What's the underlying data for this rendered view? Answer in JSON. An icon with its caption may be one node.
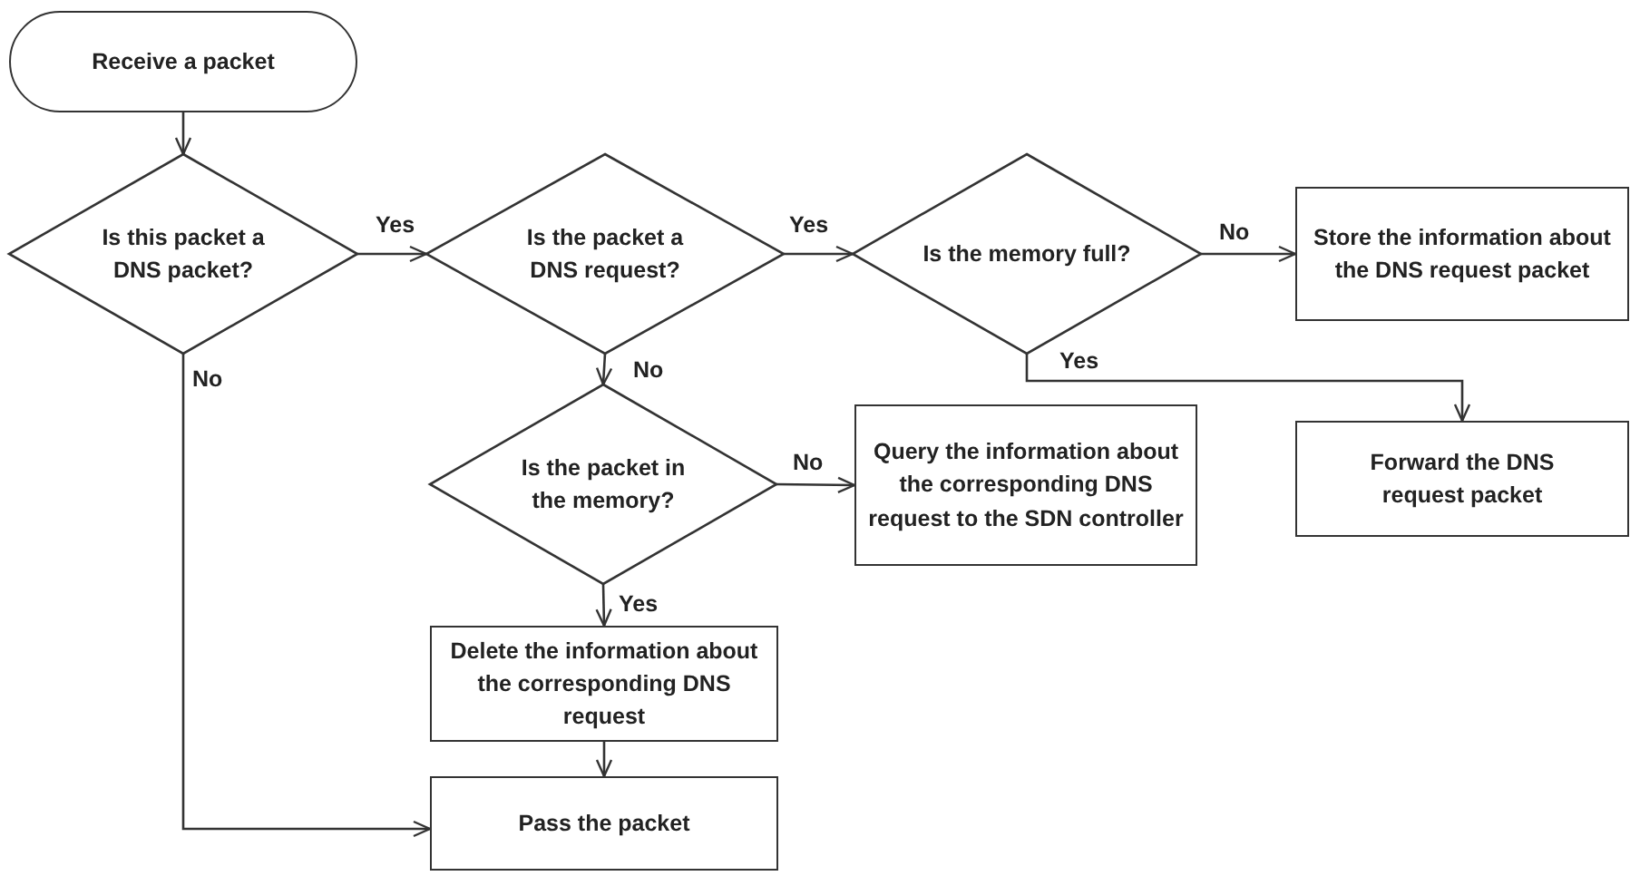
{
  "diagram": {
    "nodes": [
      {
        "text": [
          "Receive a packet"
        ]
      },
      {
        "text": [
          "Is this packet a DNS packet?"
        ]
      },
      {
        "text": [
          "Is the packet a DNS request?"
        ]
      },
      {
        "text": [
          "Is the memory full?"
        ]
      },
      {
        "text": [
          "Store the information about the DNS request packet"
        ]
      },
      {
        "text": [
          "Is the packet in the memory?"
        ]
      },
      {
        "text": [
          "Query the information about the corresponding DNS request to the SDN controller"
        ]
      },
      {
        "text": [
          "Forward the DNS request packet"
        ]
      },
      {
        "text": [
          "Delete the information about the corresponding DNS request"
        ]
      },
      {
        "text": [
          "Pass the packet"
        ]
      }
    ],
    "edges": [
      {
        "from": 0,
        "to": 1,
        "arrow": "to"
      },
      {
        "from": 1,
        "to": 2,
        "arrow": "to",
        "label": "Yes"
      },
      {
        "from": 2,
        "to": 3,
        "arrow": "to",
        "label": "Yes"
      },
      {
        "from": 3,
        "to": 4,
        "arrow": "to",
        "label": "No"
      },
      {
        "from": 3,
        "to": 7,
        "arrow": "to",
        "label": "Yes"
      },
      {
        "from": 2,
        "to": 5,
        "arrow": "to",
        "label": "No"
      },
      {
        "from": 5,
        "to": 6,
        "arrow": "to",
        "label": "No"
      },
      {
        "from": 5,
        "to": 8,
        "arrow": "to",
        "label": "Yes"
      },
      {
        "from": 8,
        "to": 9,
        "arrow": "to"
      },
      {
        "from": 1,
        "to": 9,
        "arrow": "to",
        "label": "No"
      }
    ]
  }
}
